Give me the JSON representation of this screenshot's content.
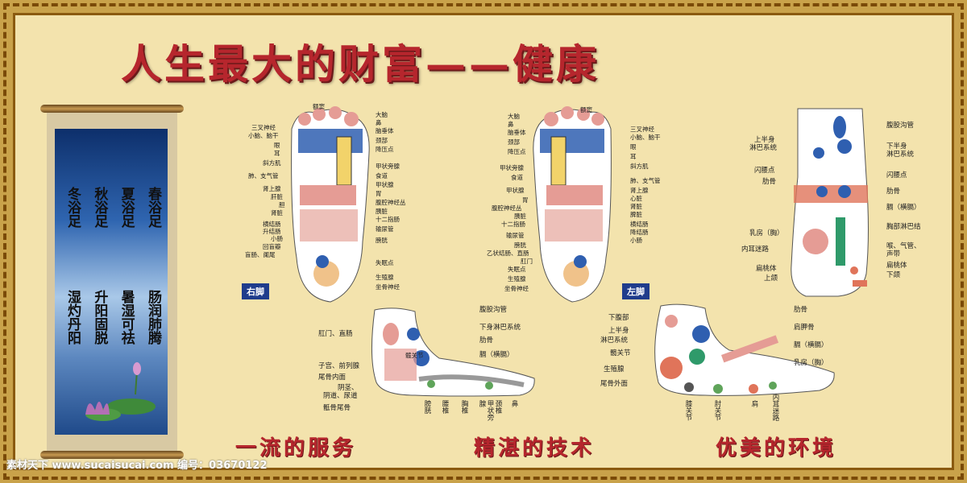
{
  "title": "人生最大的财富——健康",
  "scroll_poem": {
    "block1": [
      "春浴足",
      "夏浴足",
      "秋浴足",
      "冬浴足"
    ],
    "block2": [
      "肠润肺腾",
      "暑湿可祛",
      "升阳固脱",
      "湿灼丹阳"
    ]
  },
  "right_sole": {
    "tag": "右脚",
    "labels_left": [
      "三叉神经",
      "小脑、脑干",
      "眼",
      "耳",
      "斜方肌",
      "肺、支气管",
      "肾上腺",
      "肝脏",
      "胆",
      "肾脏",
      "横结肠",
      "升结肠",
      "小肠",
      "回盲瓣",
      "盲肠、阑尾"
    ],
    "labels_right": [
      "大脑",
      "鼻",
      "脑垂体",
      "颈部",
      "降压点",
      "甲状旁腺",
      "食道",
      "甲状腺",
      "胃",
      "腹腔神经丛",
      "胰脏",
      "十二指肠",
      "输尿管",
      "膀胱",
      "失眠点",
      "生殖腺",
      "坐骨神经"
    ],
    "label_top": "额窦"
  },
  "left_sole": {
    "tag": "左脚",
    "labels_left": [
      "大脑",
      "鼻",
      "脑垂体",
      "颈部",
      "降压点",
      "甲状旁腺",
      "食道",
      "甲状腺",
      "胃",
      "腹腔神经丛",
      "胰脏",
      "十二指肠",
      "输尿管",
      "膀胱",
      "乙状结肠、直肠",
      "肛门",
      "失眠点",
      "生殖腺",
      "坐骨神经"
    ],
    "labels_right": [
      "三叉神经",
      "小脑、脑干",
      "眼",
      "耳",
      "斜方肌",
      "肺、支气管",
      "肾上腺",
      "心脏",
      "肾脏",
      "脾脏",
      "横结肠",
      "降结肠",
      "小肠"
    ],
    "label_top": "额窦"
  },
  "top_foot": {
    "labels_left": [
      "上半身",
      "淋巴系统",
      "闪腰点",
      "肋骨",
      "乳房（胸）",
      "内耳迷路",
      "扁桃体",
      "上颌"
    ],
    "labels_right": [
      "腹股沟管",
      "下半身",
      "淋巴系统",
      "闪腰点",
      "肋骨",
      "膈（横膈）",
      "胸部淋巴结",
      "喉、气管、",
      "声带",
      "扁桃体",
      "下颌"
    ]
  },
  "inner_foot": {
    "labels_left": [
      "肛门、直肠",
      "子宫、前列腺",
      "尾骨内面",
      "阴茎、",
      "阴道、尿道",
      "骶骨尾骨"
    ],
    "labels_right": [
      "腹股沟管",
      "下身淋巴系统",
      "肋骨",
      "膈（横膈）"
    ],
    "label_joint": "髋关节",
    "labels_bottom": [
      "膀胱",
      "腰椎",
      "胸椎",
      "甲状旁腺",
      "颈椎",
      "鼻"
    ]
  },
  "outer_foot": {
    "labels_left": [
      "下腹部",
      "上半身",
      "淋巴系统",
      "髋关节",
      "生殖腺",
      "尾骨外面"
    ],
    "labels_right": [
      "肋骨",
      "肩胛骨",
      "膈（横膈）",
      "乳房（胸）"
    ],
    "labels_bottom": [
      "膝关节",
      "肘关节",
      "肩",
      "内耳迷路"
    ]
  },
  "slogans": [
    "一流的服务",
    "精湛的技术",
    "优美的环境"
  ],
  "watermark": "素材天下 www.sucaisucai.com 编号：03670122"
}
